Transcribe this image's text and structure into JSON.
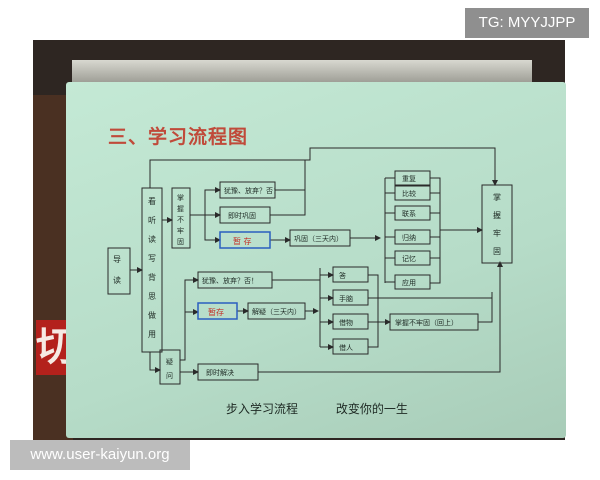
{
  "watermark_top": "TG: MYYJJPP",
  "watermark_bottom": "www.user-kaiyun.org",
  "slide_title": "三、学习流程图",
  "footer": {
    "left": "步入学习流程",
    "right": "改变你的一生"
  },
  "nodes": {
    "guide": "导读",
    "look": [
      "看",
      "听",
      "读",
      "写",
      "背",
      "思",
      "做",
      "用"
    ],
    "learn_mix": [
      "掌",
      "握",
      "不",
      "牢",
      "固"
    ],
    "doubt": [
      "疑",
      "问"
    ],
    "giveup1": "犹豫、放弃？否！",
    "review_now": "即时巩固",
    "hold1": "暂 存",
    "consolidate": "巩固（三天内）",
    "giveup2": "犹豫、放弃？否！",
    "hold2": "暂存",
    "solve3": "解疑（三天内）",
    "instant_solve": "即时解决",
    "ask_list": [
      "答",
      "手脑",
      "借物",
      "借人"
    ],
    "not_firm_up": "掌握不牢固（回上）",
    "review_list": [
      "重复",
      "比较",
      "联系",
      "归纳",
      "记忆",
      "应用"
    ],
    "mastered": [
      "掌",
      "握",
      "牢",
      "固"
    ]
  }
}
